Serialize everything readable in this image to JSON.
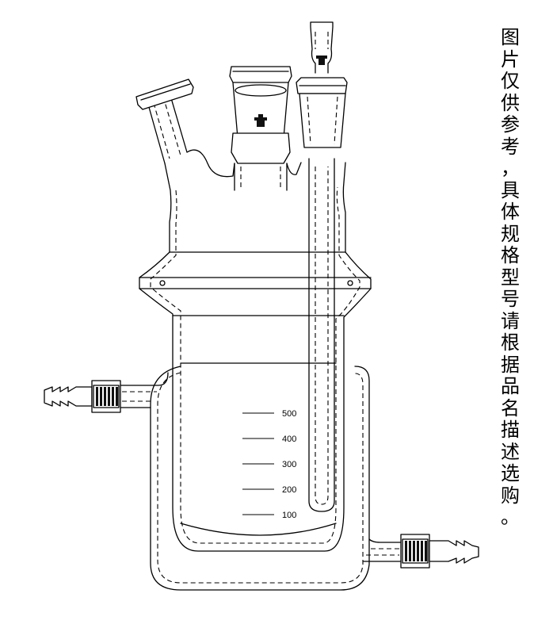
{
  "graduations": [
    {
      "label": "500",
      "level": 500
    },
    {
      "label": "400",
      "level": 400
    },
    {
      "label": "300",
      "level": 300
    },
    {
      "label": "200",
      "level": 200
    },
    {
      "label": "100",
      "level": 100
    }
  ],
  "notice": {
    "line1": "图片仅供参考",
    "line2": "，具体规格型号请根据品名描述选购",
    "line3": "。"
  }
}
